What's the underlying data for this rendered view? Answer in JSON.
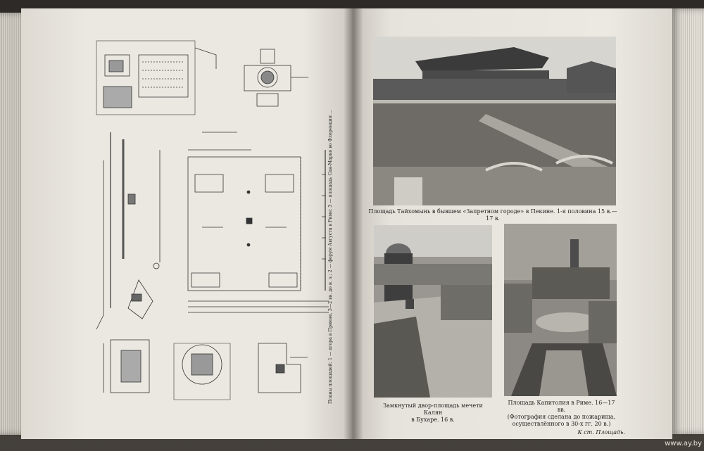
{
  "left_page": {
    "vertical_caption": "Планы площадей: 1 — агора в Приене, 3—2 вв. до н. э.; 2 — форум Августа в Риме; 3 — площадь Сан-Марко во Флоренции …"
  },
  "right_page": {
    "photos": [
      {
        "caption": "Площадь Тайхомынь в бывшем «Запретном городе» в Пекине. 1-я половина 15 в.—17 в."
      },
      {
        "caption_lines": [
          "Замкнутый двор-площадь мечети Калян",
          "в Бухаре. 16 в."
        ]
      },
      {
        "caption_lines": [
          "Площадь Капитолия в Риме. 16—17 вв.",
          "(Фотография сделана до пожарища,",
          "осуществлённого в 30-х гг. 20 в.)"
        ]
      }
    ],
    "footer_note": "К ст. Площадь."
  },
  "watermark": "www.ay.by",
  "colors": {
    "paper": "#e9e6df",
    "ink": "#1e1e1e",
    "cover": "#2e2a27"
  }
}
